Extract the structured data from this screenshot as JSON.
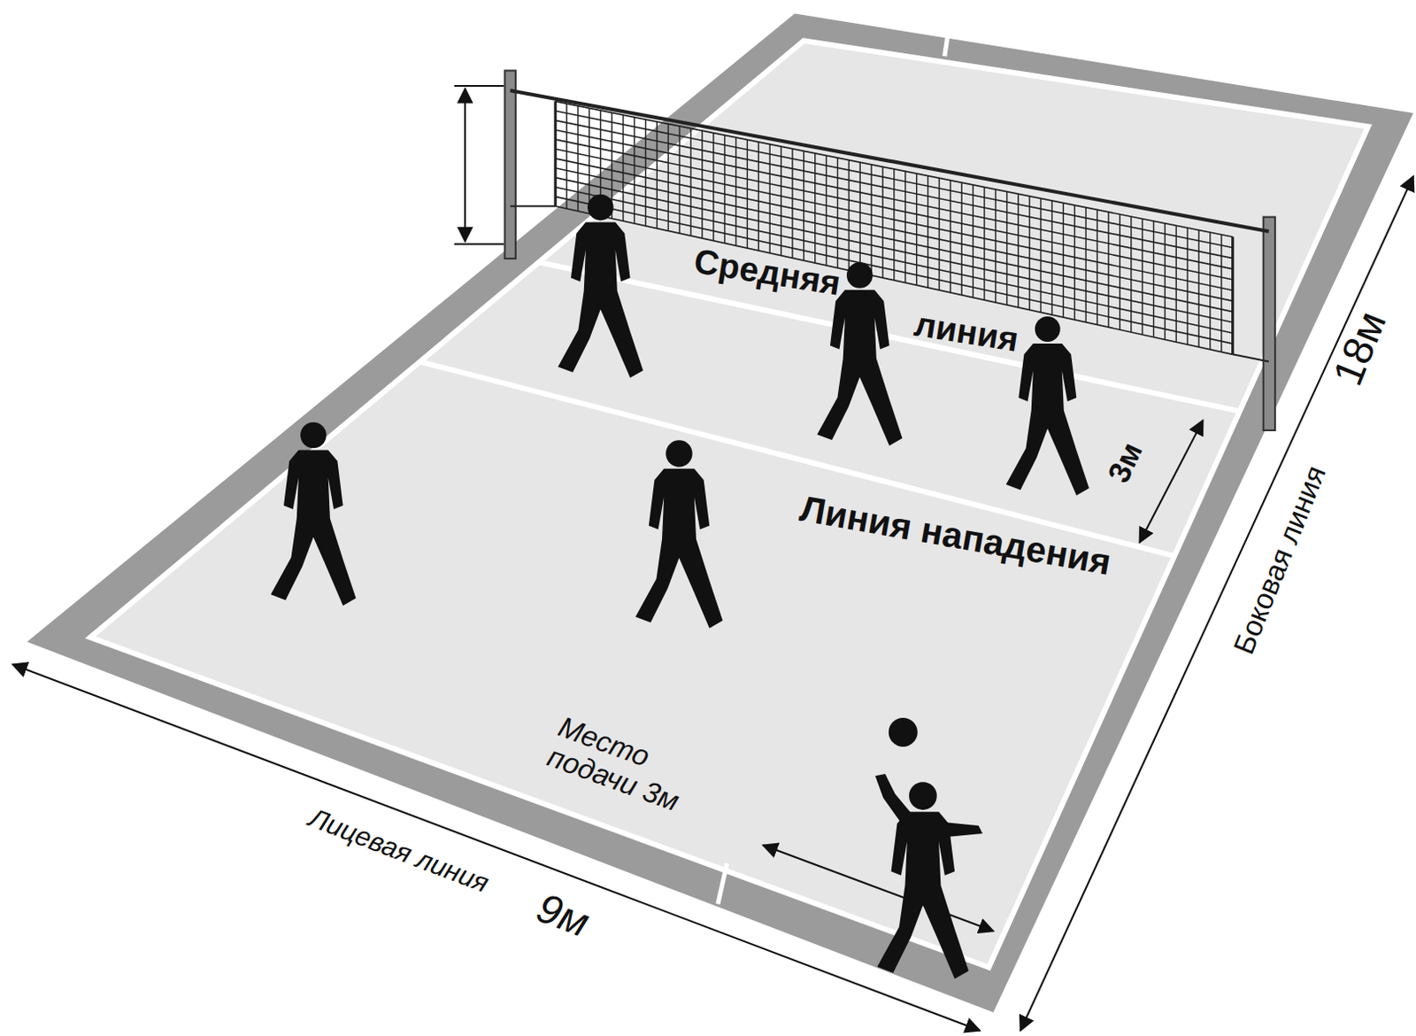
{
  "diagram": {
    "labels": [
      "Средняя",
      "линия",
      "Линия нападения",
      "3м",
      "Место подачи 3м",
      "Лицевая линия",
      "9м",
      "Боковая линия",
      "18м"
    ]
  }
}
